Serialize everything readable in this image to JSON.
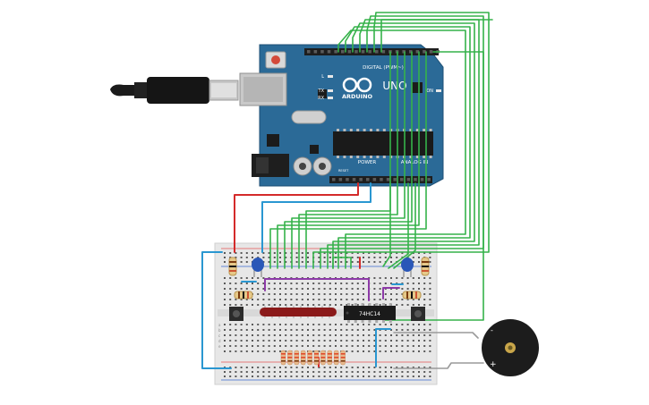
{
  "arduino": {
    "brand": "ARDUINO",
    "model": "UNO",
    "header_digital": "DIGITAL (PWM~)",
    "header_power": "POWER",
    "header_analog": "ANALOG IN",
    "led_on": "ON",
    "led_l": "L",
    "led_tx": "TX",
    "led_rx": "RX",
    "reset_label": "RESET"
  },
  "breadboard": {
    "chip_label": "74HC14",
    "row_letters": [
      "a",
      "b",
      "c",
      "d",
      "e"
    ]
  },
  "buzzer": {
    "plus_label": "+",
    "minus_label": "-"
  },
  "colors": {
    "board": "#2b6a97",
    "wire_green": "#35b24a",
    "wire_blue": "#2a97d1",
    "wire_red": "#d42a2a",
    "wire_purple": "#8d3aa8",
    "wire_gray": "#9a9a9a"
  }
}
